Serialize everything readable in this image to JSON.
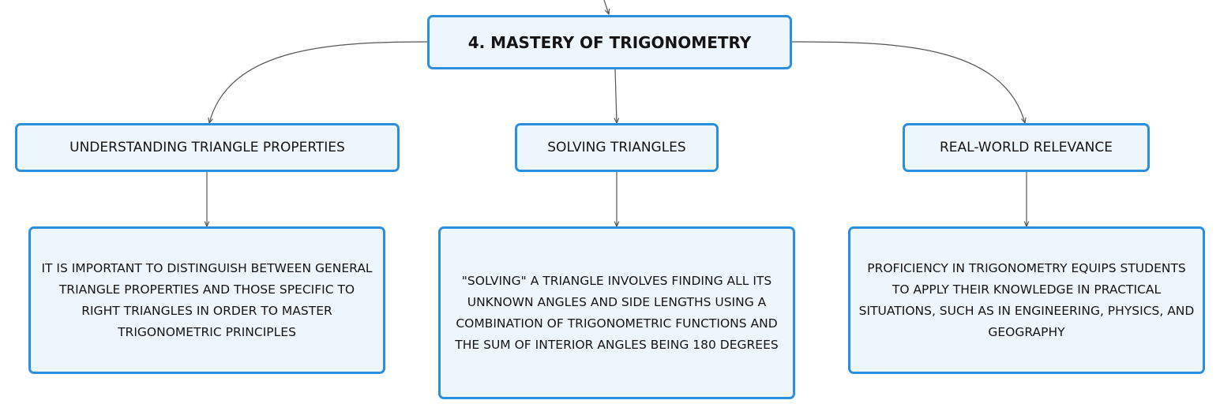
{
  "diagram": {
    "root": {
      "label": "4. MASTERY OF TRIGONOMETRY"
    },
    "branches": [
      {
        "label": "UNDERSTANDING TRIANGLE PROPERTIES",
        "detail": "IT IS IMPORTANT TO DISTINGUISH BETWEEN GENERAL TRIANGLE PROPERTIES AND THOSE SPECIFIC TO RIGHT TRIANGLES IN ORDER TO MASTER TRIGONOMETRIC PRINCIPLES"
      },
      {
        "label": "SOLVING TRIANGLES",
        "detail": "\"SOLVING\" A TRIANGLE INVOLVES FINDING ALL ITS UNKNOWN ANGLES AND SIDE LENGTHS USING A COMBINATION OF TRIGONOMETRIC FUNCTIONS AND THE SUM OF INTERIOR ANGLES BEING 180 DEGREES"
      },
      {
        "label": "REAL-WORLD RELEVANCE",
        "detail": "PROFICIENCY IN TRIGONOMETRY EQUIPS STUDENTS TO APPLY THEIR KNOWLEDGE IN PRACTICAL SITUATIONS, SUCH AS IN ENGINEERING, PHYSICS, AND GEOGRAPHY"
      }
    ]
  },
  "colors": {
    "node_border": "#2b8fde",
    "node_fill": "#eef6fd",
    "connector": "#555555",
    "text": "#141414"
  }
}
